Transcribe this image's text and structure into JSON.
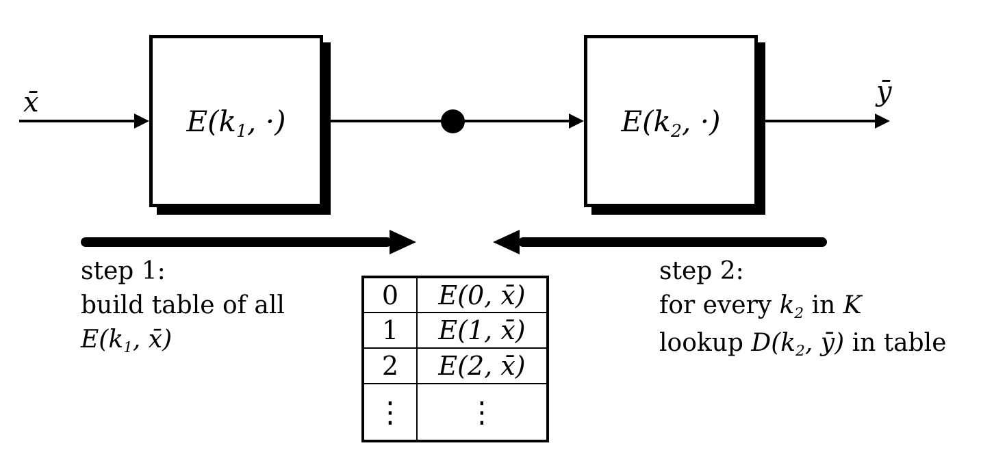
{
  "colors": {
    "ink": "#000000",
    "background": "#ffffff"
  },
  "diagram": {
    "input_label": "x̄",
    "output_label": "ȳ",
    "encrypt_box_1": {
      "pre": "E(k",
      "sub": "1",
      "post": ", ·)"
    },
    "encrypt_box_2": {
      "pre": "E(k",
      "sub": "2",
      "post": ", ·)"
    },
    "step1": {
      "title": "step 1:",
      "line2": "build table of all",
      "math_pre": "E(k",
      "math_sub": "1",
      "math_post": ", x̄)"
    },
    "step2": {
      "title": "step 2:",
      "line2_pre": "for every ",
      "line2_k": "k",
      "line2_sub": "2",
      "line2_mid": " in ",
      "line2_keyspace": "K",
      "line3_pre": "lookup ",
      "line3_m1": "D(k",
      "line3_sub": "2",
      "line3_m2": ", ȳ)",
      "line3_post": " in table"
    },
    "table": {
      "rows": [
        {
          "key": "0",
          "value": "E(0, x̄)"
        },
        {
          "key": "1",
          "value": "E(1, x̄)"
        },
        {
          "key": "2",
          "value": "E(2, x̄)"
        },
        {
          "key": "⋮",
          "value": "⋮"
        }
      ]
    }
  }
}
